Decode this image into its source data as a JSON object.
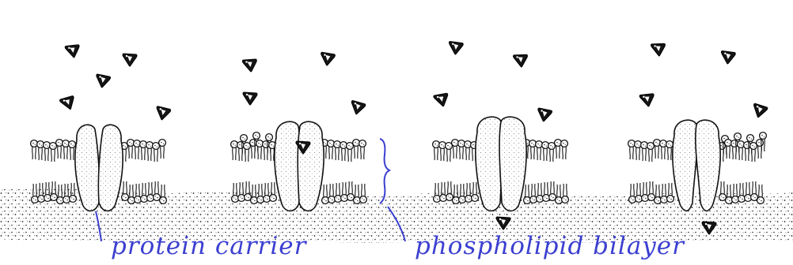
{
  "labels": {
    "protein_carrier": "protein carrier",
    "phospholipid_bilayer": "phospholipid bilayer"
  },
  "colors": {
    "ink": "#1a1a1a",
    "annotation": "#3b3fd0",
    "paper": "#ffffff"
  },
  "stages": [
    {
      "stage": 1,
      "carrier_state": "open-outward"
    },
    {
      "stage": 2,
      "carrier_state": "molecule-bound"
    },
    {
      "stage": 3,
      "carrier_state": "closed-outward"
    },
    {
      "stage": 4,
      "carrier_state": "open-inward"
    }
  ]
}
